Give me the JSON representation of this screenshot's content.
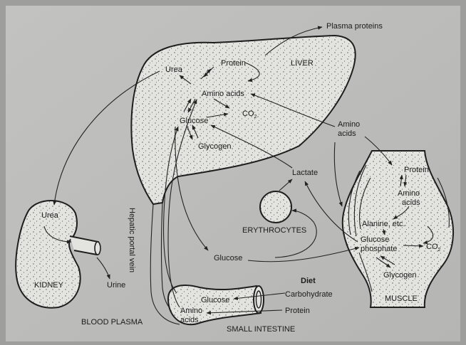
{
  "diagram": {
    "labels": {
      "plasma_proteins": "Plasma proteins",
      "liver": "LIVER",
      "urea_liver": "Urea",
      "protein_liver": "Protein",
      "amino_acids_liver": "Amino acids",
      "glucose_liver": "Glucose",
      "co2_liver": "CO",
      "co2_liver_sub": "2",
      "glycogen_liver": "Glycogen",
      "lactate": "Lactate",
      "amino_acids_mid_1": "Amino",
      "amino_acids_mid_2": "acids",
      "protein_muscle": "Protein",
      "amino_muscle_1": "Amino",
      "amino_muscle_2": "acids",
      "alanine": "Alanine, etc.",
      "glucose_phosphate_1": "Glucose",
      "glucose_phosphate_2": "phosphate",
      "co2_muscle": "CO",
      "co2_muscle_sub": "2",
      "glycogen_muscle": "Glycogen",
      "muscle": "MUSCLE",
      "erythrocytes": "ERYTHROCYTES",
      "glucose_plasma": "Glucose",
      "urea_kidney": "Urea",
      "kidney": "KIDNEY",
      "urine": "Urine",
      "hepatic_portal_vein": "Hepatic portal vein",
      "blood_plasma": "BLOOD PLASMA",
      "diet": "Diet",
      "carbohydrate": "Carbohydrate",
      "protein_diet": "Protein",
      "glucose_intestine": "Glucose",
      "amino_intestine_1": "Amino",
      "amino_intestine_2": "acids",
      "small_intestine": "SMALL INTESTINE"
    }
  }
}
